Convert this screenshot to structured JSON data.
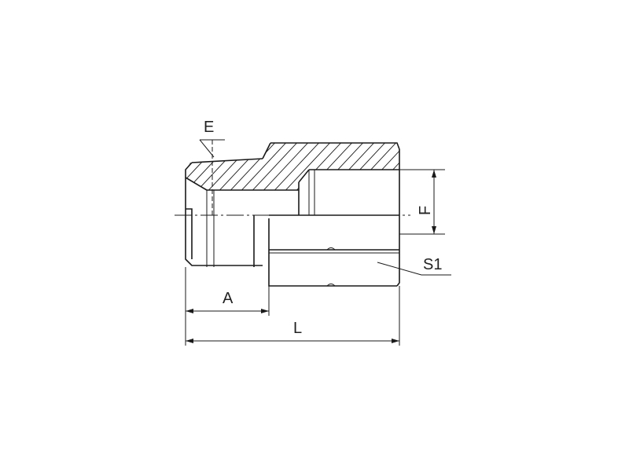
{
  "labels": {
    "e": "E",
    "f": "F",
    "s1": "S1",
    "a": "A",
    "l": "L"
  },
  "colors": {
    "line": "#1a1a1a",
    "background": "#ffffff"
  }
}
